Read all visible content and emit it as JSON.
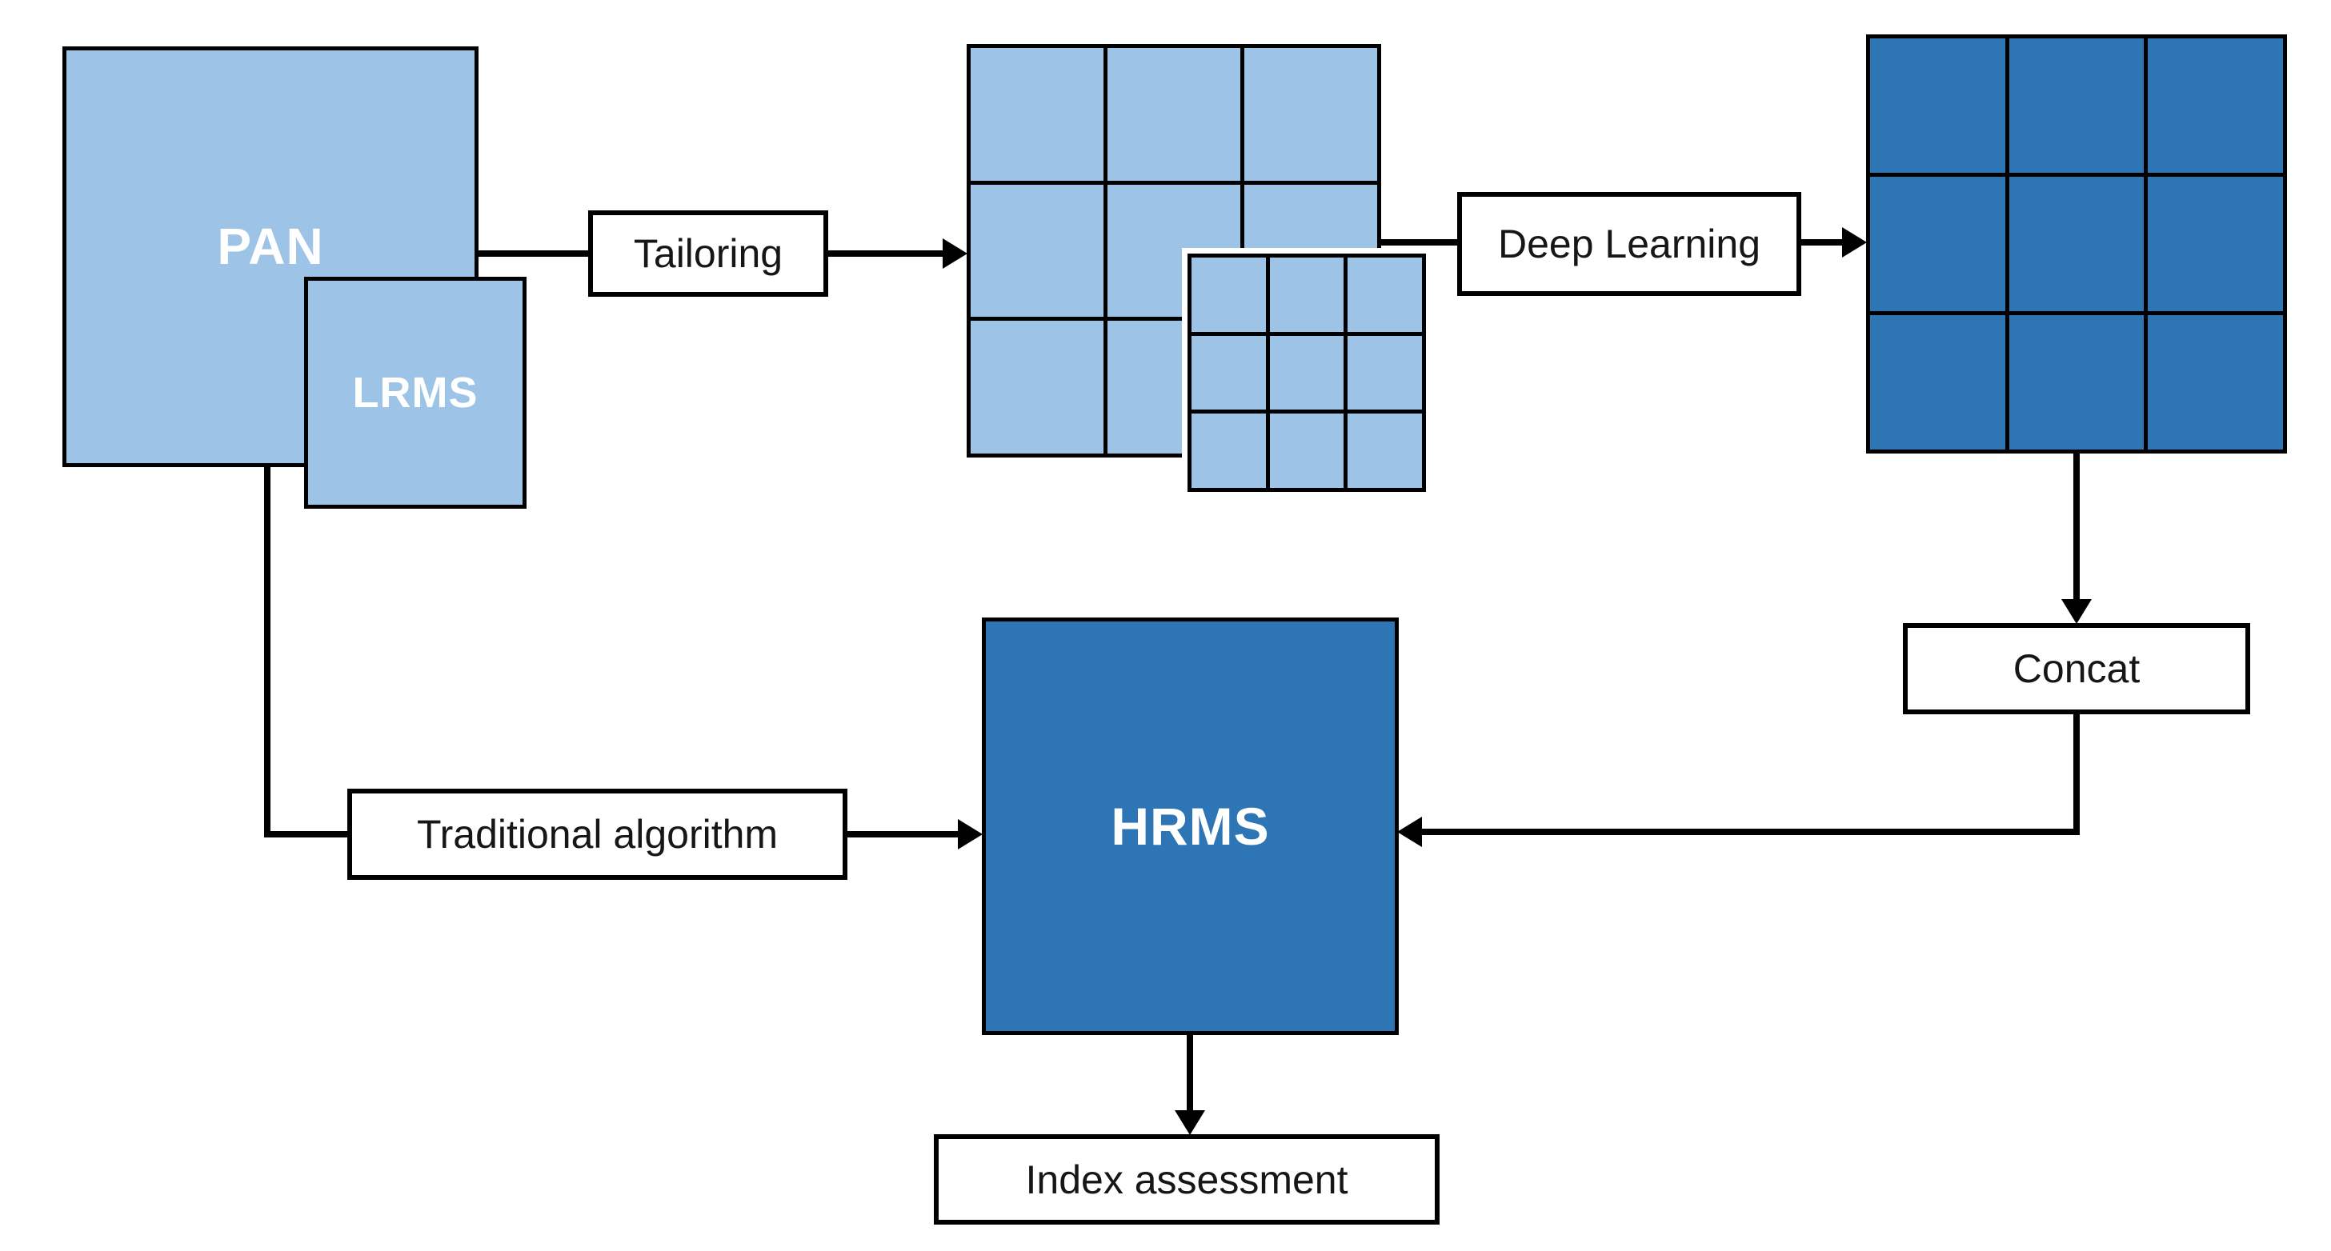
{
  "diagram": {
    "title": "Pansharpening workflow diagram",
    "colors": {
      "background": "#ffffff",
      "light_blue": "#9DC3E6",
      "dark_blue": "#2E75B6",
      "line": "#000000",
      "box_background": "#ffffff",
      "text_dark": "#161616",
      "text_light": "#ffffff"
    },
    "nodes": {
      "pan": {
        "label": "PAN"
      },
      "lrms": {
        "label": "LRMS"
      },
      "tailoring": {
        "label": "Tailoring"
      },
      "deep_learning": {
        "label": "Deep Learning"
      },
      "concat": {
        "label": "Concat"
      },
      "hrms": {
        "label": "HRMS"
      },
      "traditional": {
        "label": "Traditional algorithm"
      },
      "index_assessment": {
        "label": "Index assessment"
      }
    },
    "grids": {
      "tiled_pan_patches": {
        "rows": 3,
        "cols": 3,
        "tone": "light"
      },
      "tiled_lrms_patches": {
        "rows": 3,
        "cols": 3,
        "tone": "light"
      },
      "deep_features": {
        "rows": 3,
        "cols": 3,
        "tone": "dark"
      }
    }
  }
}
